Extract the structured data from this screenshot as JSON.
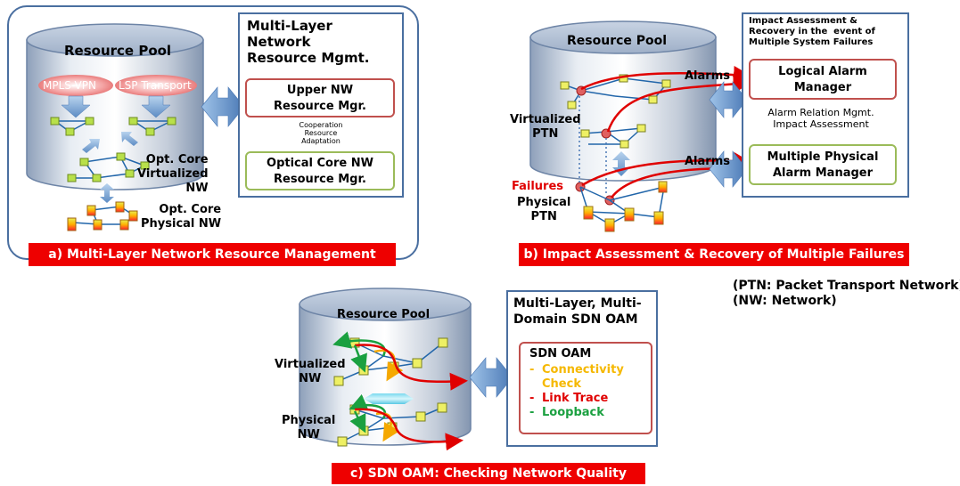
{
  "panel_a": {
    "caption": "a) Multi-Layer Network Resource Management",
    "pool_title": "Resource Pool",
    "mpls": "MPLS-VPN",
    "lsp": "LSP Transport",
    "opt_virt": "Opt. Core\nVirtualized\nNW",
    "opt_phys": "Opt. Core\nPhysical NW",
    "mgmt_title": "Multi-Layer\nNetwork\nResource Mgmt.",
    "upper": "Upper NW\nResource Mgr.",
    "coop": "Cooperation\nResource\nAdaptation",
    "optical": "Optical Core NW\nResource Mgr."
  },
  "panel_b": {
    "caption": "b) Impact Assessment & Recovery of Multiple Failures",
    "pool_title": "Resource Pool",
    "virt": "Virtualized\nPTN",
    "failures": "Failures",
    "phys": "Physical\nPTN",
    "alarms1": "Alarms",
    "alarms2": "Alarms",
    "impact_title": "Impact Assessment &\nRecovery in the  event of\nMultiple System Failures",
    "logical": "Logical Alarm\nManager",
    "relation": "Alarm Relation Mgmt.\nImpact Assessment",
    "multi_phys": "Multiple Physical\nAlarm Manager"
  },
  "panel_c": {
    "caption": "c) SDN OAM: Checking Network Quality",
    "pool_title": "Resource Pool",
    "virt": "Virtualized\nNW",
    "phys": "Physical\nNW",
    "oam_title": "Multi-Layer, Multi-\nDomain SDN OAM",
    "oam_head": "SDN OAM",
    "items": [
      {
        "text": "Connectivity\nCheck",
        "color": "#f5b800"
      },
      {
        "text": "Link Trace",
        "color": "#e00000"
      },
      {
        "text": "Loopback",
        "color": "#1aa040"
      }
    ]
  },
  "notes": {
    "ptn": "(PTN: Packet Transport Network)",
    "nw": "(NW: Network)"
  },
  "colors": {
    "panel_border": "#4a6fa0",
    "caption_bg": "#ee0000",
    "node_fill": "#e6f07a",
    "box_red": "#c0504d",
    "box_green": "#9bbb59"
  }
}
